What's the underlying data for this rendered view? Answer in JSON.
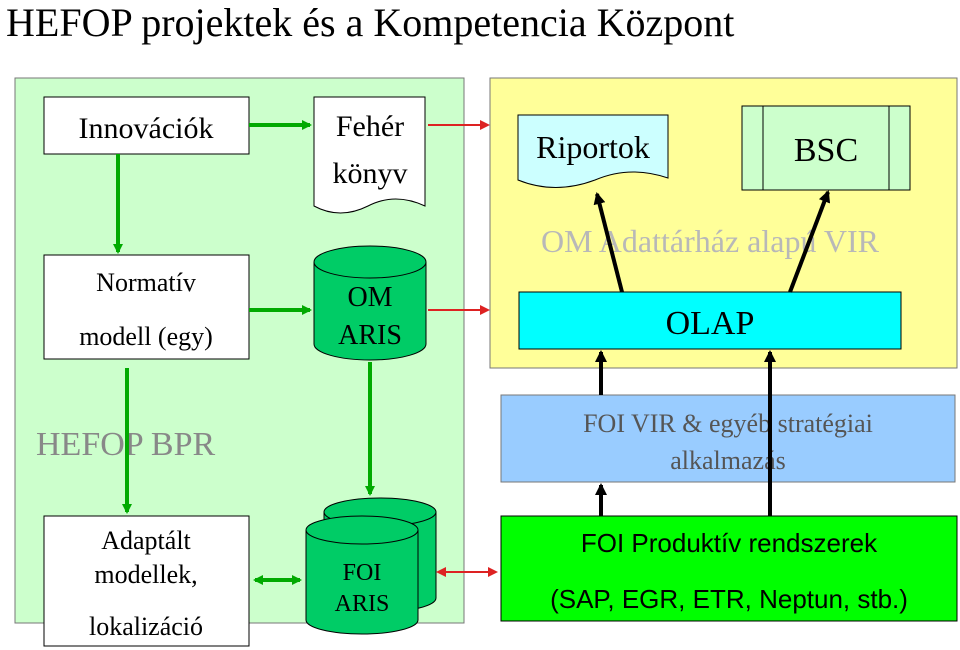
{
  "title": "HEFOP projektek és a Kompetencia Központ",
  "left_panel": {
    "label": "HEFOP BPR",
    "innovaciok": "Innovációk",
    "normativ_line1": "Normatív",
    "normativ_line2": "modell (egy)",
    "adaptalt_line1": "Adaptált",
    "adaptalt_line2": "modellek,",
    "adaptalt_line3": "lokalizáció",
    "feher_line1": "Fehér",
    "feher_line2": "könyv",
    "om_aris_line1": "OM",
    "om_aris_line2": "ARIS",
    "foi_aris_line1": "FOI",
    "foi_aris_line2": "ARIS"
  },
  "right_panel": {
    "riportok": "Riportok",
    "bsc": "BSC",
    "vir_label": "OM Adattárház alapú VIR",
    "olap": "OLAP",
    "foi_vir_line1": "FOI VIR & egyéb stratégiai",
    "foi_vir_line2": "alkalmazás",
    "produktiv_line1": "FOI Produktív rendszerek",
    "produktiv_line2": "(SAP, EGR, ETR, Neptun, stb.)"
  },
  "colors": {
    "left_panel_fill": "#ccffcc",
    "right_panel_fill": "#ffff99",
    "olap_fill": "#00ffff",
    "foi_vir_fill": "#99ccff",
    "produktiv_fill": "#00ff00",
    "cylinder_fill": "#00cc66",
    "report_fill": "#ccffff",
    "bsc_fill": "#ccffcc",
    "green_arrow": "#00aa00",
    "red_arrow": "#dd2222",
    "vir_text": "#b8b8b8",
    "label_gray": "#888888"
  }
}
